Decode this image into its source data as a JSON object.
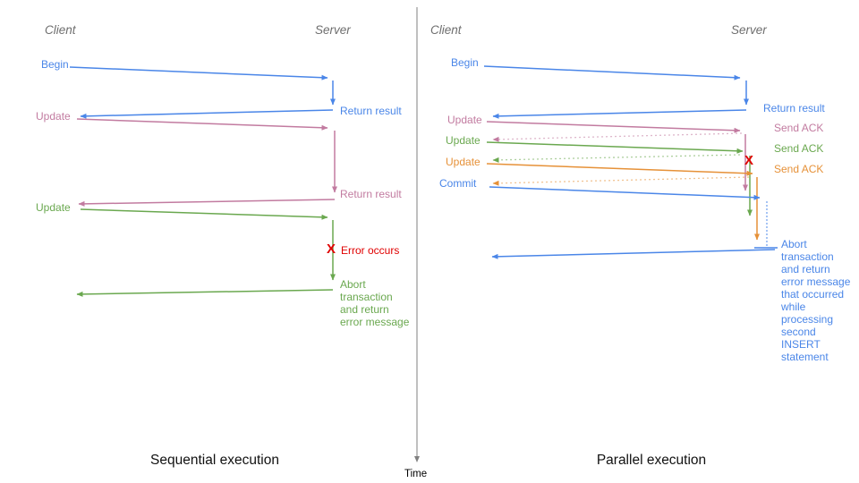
{
  "colors": {
    "blue": "#4a86e8",
    "pink": "#c27ba0",
    "green": "#6aa84f",
    "orange": "#e69138",
    "red": "#e00000",
    "header": "#6e6e6e",
    "caption": "#111111",
    "axis": "#808080"
  },
  "time_axis": {
    "label": "Time"
  },
  "left": {
    "caption": "Sequential execution",
    "client_header": "Client",
    "server_header": "Server",
    "labels": {
      "begin": "Begin",
      "return_result_1": "Return result",
      "update_1": "Update",
      "return_result_2": "Return result",
      "update_2": "Update",
      "error_marker": "X",
      "error": "Error occurs",
      "abort": "Abort\ntransaction\nand return\nerror message"
    }
  },
  "right": {
    "caption": "Parallel execution",
    "client_header": "Client",
    "server_header": "Server",
    "labels": {
      "begin": "Begin",
      "return_result": "Return result",
      "update_1": "Update",
      "send_ack_1": "Send ACK",
      "update_2": "Update",
      "send_ack_2": "Send ACK",
      "update_3": "Update",
      "send_ack_3": "Send ACK",
      "commit": "Commit",
      "error_marker": "X",
      "abort": "Abort\ntransaction\nand return\nerror message\nthat occurred\nwhile\nprocessing\nsecond\nINSERT\nstatement"
    }
  }
}
